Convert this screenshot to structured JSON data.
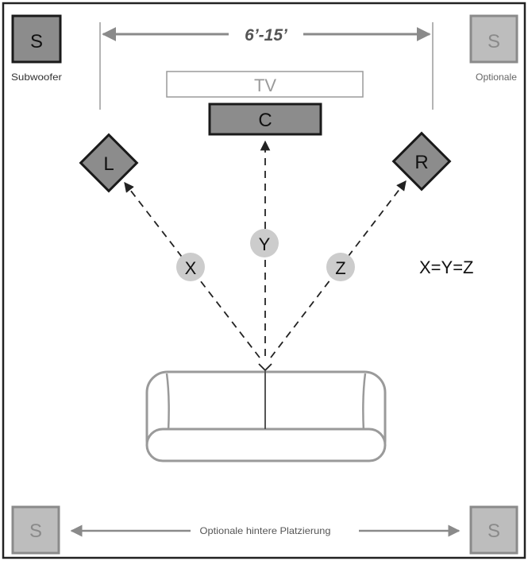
{
  "dimension": {
    "label": "6’-15’"
  },
  "tv": {
    "label": "TV"
  },
  "speakers": {
    "center": "C",
    "left": "L",
    "right": "R",
    "subwoofer": "S",
    "sub_optional_front": "S",
    "rear_left": "S",
    "rear_right": "S"
  },
  "distances": {
    "x": "X",
    "y": "Y",
    "z": "Z"
  },
  "equation": "X=Y=Z",
  "captions": {
    "subwoofer": "Subwoofer",
    "optional": "Optionale",
    "rear_placement": "Optionale hintere Platzierung"
  },
  "colors": {
    "speaker_fill": "#8c8c8c",
    "speaker_stroke": "#1a1a1a",
    "optional_fill": "#bdbdbd",
    "optional_stroke": "#8a8a8a",
    "marker_fill": "#cccccc",
    "line": "#222222",
    "arrow_gray": "#8a8a8a",
    "sofa_stroke": "#9a9a9a"
  }
}
